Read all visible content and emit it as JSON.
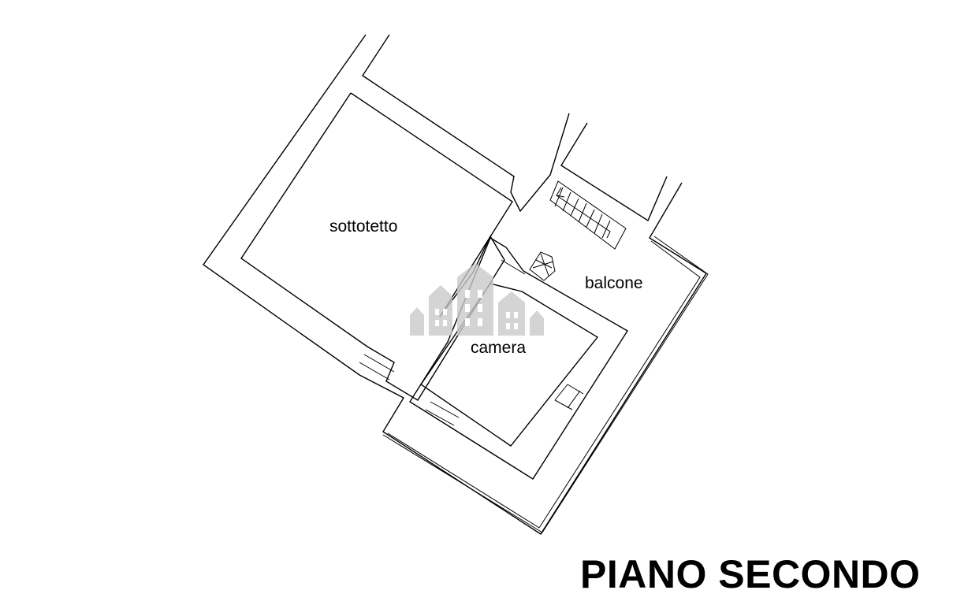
{
  "title": "PIANO SECONDO",
  "rooms": [
    {
      "id": "sottotetto",
      "label": "sottotetto"
    },
    {
      "id": "balcone",
      "label": "balcone"
    },
    {
      "id": "camera",
      "label": "camera"
    }
  ],
  "watermark_icon": "building-logo-icon"
}
